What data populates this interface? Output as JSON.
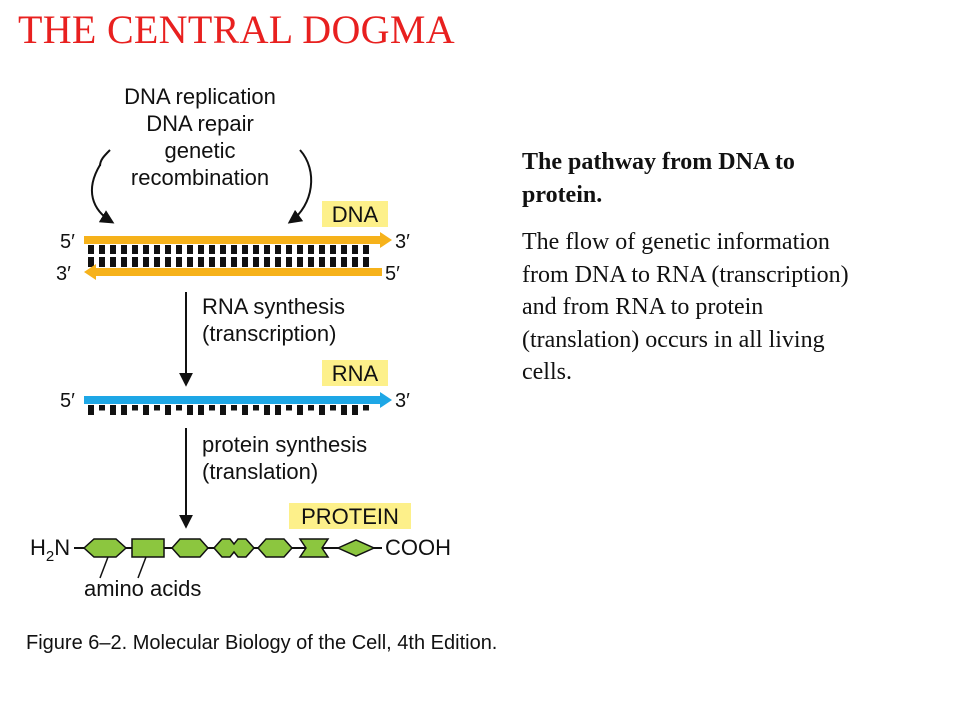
{
  "title": "THE CENTRAL DOGMA",
  "side": {
    "heading": "The pathway from DNA to protein.",
    "body": "The flow of genetic information from DNA to RNA (transcription) and from RNA to protein (translation) occurs in all living cells."
  },
  "diagram": {
    "dna_processes": [
      "DNA replication",
      "DNA repair",
      "genetic",
      "recombination"
    ],
    "dna_label": "DNA",
    "rna_label": "RNA",
    "protein_label": "PROTEIN",
    "transcription": [
      "RNA synthesis",
      "(transcription)"
    ],
    "translation": [
      "protein synthesis",
      "(translation)"
    ],
    "five_prime": "5′",
    "three_prime": "3′",
    "n_terminus": "H2N",
    "c_terminus": "COOH",
    "amino_acids_label": "amino acids",
    "caption": "Figure 6–2. Molecular Biology of the Cell, 4th Edition."
  },
  "colors": {
    "title": "#e8201f",
    "dna_strand": "#f6b21b",
    "rna_strand": "#1ea7e6",
    "label_box": "#fdf08a",
    "amino_acid": "#8cc63f"
  }
}
